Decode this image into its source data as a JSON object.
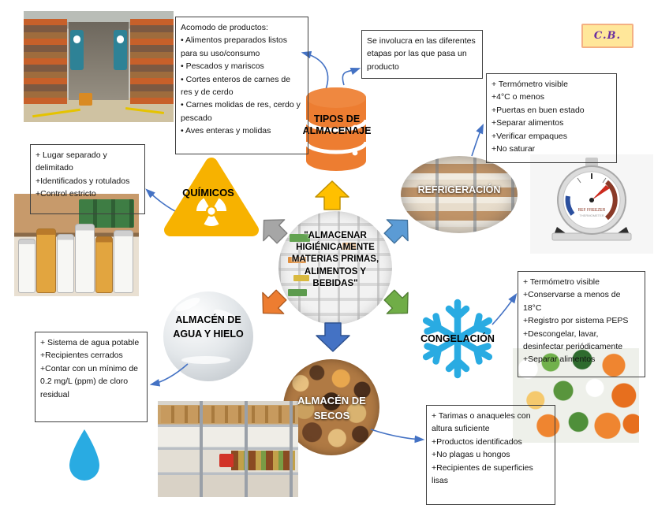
{
  "signature_badge": {
    "text": "C.B."
  },
  "center_node": {
    "label": "\"ALMACENAR HIGIÉNICAMENTE MATERIAS PRIMAS, ALIMENTOS Y BEBIDAS\""
  },
  "nodes": {
    "tipos_de_almacenaje": {
      "label_line1": "TIPOS DE",
      "label_line2": "ALMACENAJE",
      "icon": "database-cylinder-icon",
      "color": "#ED7D31"
    },
    "quimicos": {
      "label": "QUÍMICOS",
      "icon": "radiation-warning-icon",
      "color": "#F7B200"
    },
    "refrigeracion": {
      "label": "REFRIGERACIÓN"
    },
    "congelacion": {
      "label": "CONGELACIÓN",
      "icon": "snowflake-icon",
      "color": "#29ABE2"
    },
    "almacen_de_secos": {
      "label": "ALMACÉN DE SECOS"
    },
    "almacen_de_agua": {
      "label": "ALMACÉN DE AGUA Y HIELO",
      "icon": "water-drop-icon"
    }
  },
  "text_boxes": {
    "acomodo": {
      "title": "Acomodo de productos:",
      "items": [
        "• Alimentos preparados listos para su uso/consumo",
        "• Pescados y mariscos",
        "• Cortes enteros de carnes de res y de cerdo",
        "• Carnes molidas de res, cerdo y pescado",
        "• Aves enteras y molidas"
      ]
    },
    "proceso": {
      "text": "Se involucra en las diferentes etapas por las que pasa un producto"
    },
    "refrigeracion_reqs": {
      "items": [
        "+ Termómetro visible",
        "+4°C o menos",
        "+Puertas en buen estado",
        "+Separar alimentos",
        "+Verificar empaques",
        "+No saturar"
      ]
    },
    "quimicos_reqs": {
      "items": [
        "+ Lugar separado y delimitado",
        "+Identificados y rotulados",
        "+Control estricto"
      ]
    },
    "congelacion_reqs": {
      "items": [
        "+ Termómetro visible",
        "+Conservarse a menos de 18°C",
        "+Registro por sistema PEPS",
        "+Descongelar, lavar, desinfectar periódicamente",
        "+Separar alimentos"
      ]
    },
    "agua_reqs": {
      "items": [
        "+ Sistema de agua potable",
        "+Recipientes cerrados",
        "+Contar con un mínimo de 0.2 mg/L (ppm) de cloro residual"
      ]
    },
    "secos_reqs": {
      "items": [
        "+ Tarimas o anaqueles con altura suficiente",
        "+Productos identificados",
        "+No plagas u hongos",
        "+Recipientes de superficies lisas"
      ]
    }
  },
  "decorations": {
    "arrow_colors": {
      "up": "#FFC000",
      "upper_left": "#A6A6A6",
      "upper_right": "#5B9BD5",
      "lower_left": "#ED7D31",
      "lower_right": "#70AD47",
      "down": "#4472C4",
      "connector": "#4472C4"
    },
    "water_drop_color": "#29ABE2"
  }
}
